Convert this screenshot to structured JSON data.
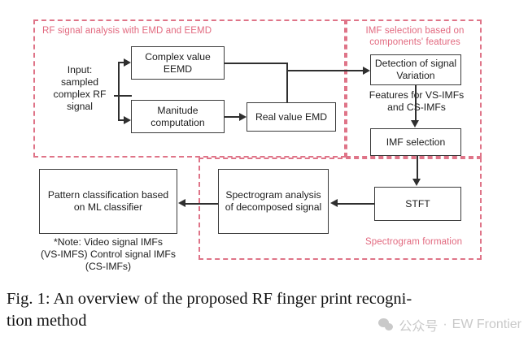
{
  "figure": {
    "caption_line1": "Fig. 1: An overview of the proposed RF finger print recogni-",
    "caption_line2": "tion method"
  },
  "regions": [
    {
      "id": "emd",
      "label": "RF signal analysis with EMD and EEMD"
    },
    {
      "id": "imf",
      "label_line1": "IMF selection based on",
      "label_line2": "components' features"
    },
    {
      "id": "spec",
      "label": "Spectrogram formation"
    }
  ],
  "nodes": {
    "input": "Input:\nsampled\ncomplex RF\nsignal",
    "complex_eemd": "Complex value\nEEMD",
    "magnitude": "Manitude\ncomputation",
    "real_emd": "Real value EMD",
    "detection": "Detection of signal\nVariation",
    "imf_selection": "IMF selection",
    "stft": "STFT",
    "spectrogram": "Spectrogram analysis\nof decomposed signal",
    "pattern": "Pattern classification based\non ML classifier"
  },
  "edge_labels": {
    "features": "Features for VS-IMFs\nand CS-IMFs"
  },
  "note": "*Note: Video signal IMFs\n(VS-IMFS) Control signal IMFs\n(CS-IMFs)",
  "watermark": {
    "account": "公众号",
    "separator": "·",
    "name": "EW Frontier"
  },
  "colors": {
    "dashed_pink": "#df7488",
    "label_pink": "#e2697f",
    "box_border": "#3b3b3b",
    "connector": "#2f2f2f",
    "watermark_gray": "#c9c9c9"
  }
}
